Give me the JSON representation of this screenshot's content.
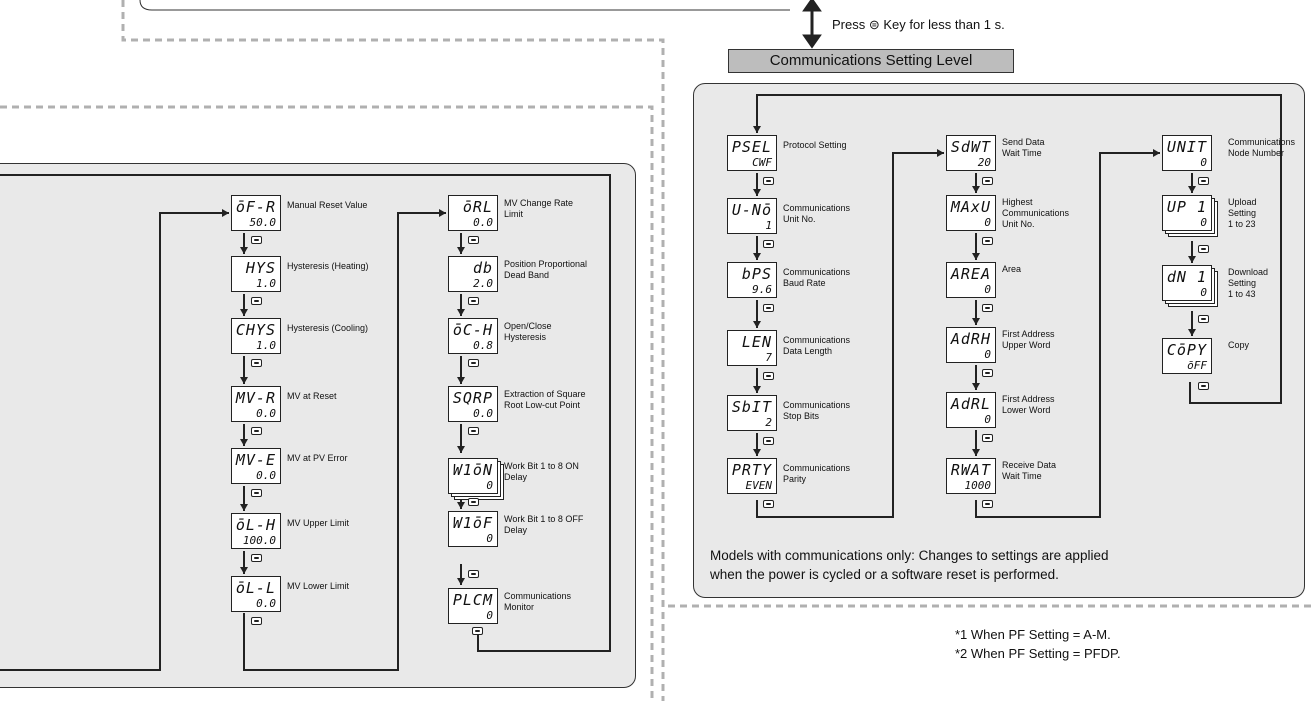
{
  "press_note": "Press ⊜ Key for less than 1 s.",
  "comm_level_title": "Communications Setting Level",
  "comm_note_line1": "Models with communications only: Changes to settings are applied",
  "comm_note_line2": "when the power is cycled or a software reset is performed.",
  "footnote1": "*1 When PF Setting = A-M.",
  "footnote2": "*2 When PF Setting = PFDP.",
  "colors": {
    "panel": "#e9e9e9",
    "level_box": "#bdbdbd",
    "dashed": "#b0b0b0"
  },
  "left_col1": [
    {
      "disp": "ōF-R",
      "val": "50.0",
      "label": "Manual Reset Value"
    },
    {
      "disp": "HYS",
      "val": "1.0",
      "label": "Hysteresis (Heating)"
    },
    {
      "disp": "CHYS",
      "val": "1.0",
      "label": "Hysteresis (Cooling)"
    },
    {
      "disp": "MV-R",
      "val": "0.0",
      "label": "MV at Reset"
    },
    {
      "disp": "MV-E",
      "val": "0.0",
      "label": "MV at PV Error"
    },
    {
      "disp": "ōL-H",
      "val": "100.0",
      "label": "MV Upper Limit"
    },
    {
      "disp": "ōL-L",
      "val": "0.0",
      "label": "MV Lower Limit"
    }
  ],
  "left_col2": [
    {
      "disp": "ōRL",
      "val": "0.0",
      "label1": "MV Change Rate",
      "label2": "Limit"
    },
    {
      "disp": "db",
      "val": "2.0",
      "label1": "Position Proportional",
      "label2": "Dead Band"
    },
    {
      "disp": "ōC-H",
      "val": "0.8",
      "label1": "Open/Close",
      "label2": "Hysteresis"
    },
    {
      "disp": "SQRP",
      "val": "0.0",
      "label1": "Extraction of Square",
      "label2": "Root Low-cut Point"
    },
    {
      "disp": "W1ōN",
      "val": "0",
      "label1": "Work Bit 1 to 8 ON",
      "label2": "Delay"
    },
    {
      "disp": "W1ōF",
      "val": "0",
      "label1": "Work Bit 1 to 8 OFF",
      "label2": "Delay"
    },
    {
      "disp": "PLCM",
      "val": "0",
      "label1": "Communications",
      "label2": "Monitor"
    }
  ],
  "comm_col1": [
    {
      "disp": "PSEL",
      "val": "CWF",
      "label1": "Protocol Setting",
      "label2": ""
    },
    {
      "disp": "U-Nō",
      "val": "1",
      "label1": "Communications",
      "label2": "Unit No."
    },
    {
      "disp": "bPS",
      "val": "9.6",
      "label1": "Communications",
      "label2": "Baud Rate"
    },
    {
      "disp": "LEN",
      "val": "7",
      "label1": "Communications",
      "label2": "Data Length"
    },
    {
      "disp": "SbIT",
      "val": "2",
      "label1": "Communications",
      "label2": "Stop Bits"
    },
    {
      "disp": "PRTY",
      "val": "EVEN",
      "label1": "Communications",
      "label2": "Parity"
    }
  ],
  "comm_col2": [
    {
      "disp": "SdWT",
      "val": "20",
      "label1": "Send Data",
      "label2": "Wait Time",
      "label3": ""
    },
    {
      "disp": "MAxU",
      "val": "0",
      "label1": "Highest",
      "label2": "Communications",
      "label3": "Unit No."
    },
    {
      "disp": "AREA",
      "val": "0",
      "label1": "Area",
      "label2": "",
      "label3": ""
    },
    {
      "disp": "AdRH",
      "val": "0",
      "label1": "First Address",
      "label2": "Upper Word",
      "label3": ""
    },
    {
      "disp": "AdRL",
      "val": "0",
      "label1": "First Address",
      "label2": "Lower Word",
      "label3": ""
    },
    {
      "disp": "RWAT",
      "val": "1000",
      "label1": "Receive Data",
      "label2": "Wait Time",
      "label3": ""
    }
  ],
  "comm_col3": [
    {
      "disp": "UNIT",
      "val": "0",
      "label1": "Communications",
      "label2": "Node Number",
      "label3": ""
    },
    {
      "disp": "UP 1",
      "val": "0",
      "label1": "Upload",
      "label2": "Setting",
      "label3": "1 to 23"
    },
    {
      "disp": "dN 1",
      "val": "0",
      "label1": "Download",
      "label2": "Setting",
      "label3": "1 to 43"
    },
    {
      "disp": "CōPY",
      "val": "ōFF",
      "label1": "Copy",
      "label2": "",
      "label3": ""
    }
  ]
}
